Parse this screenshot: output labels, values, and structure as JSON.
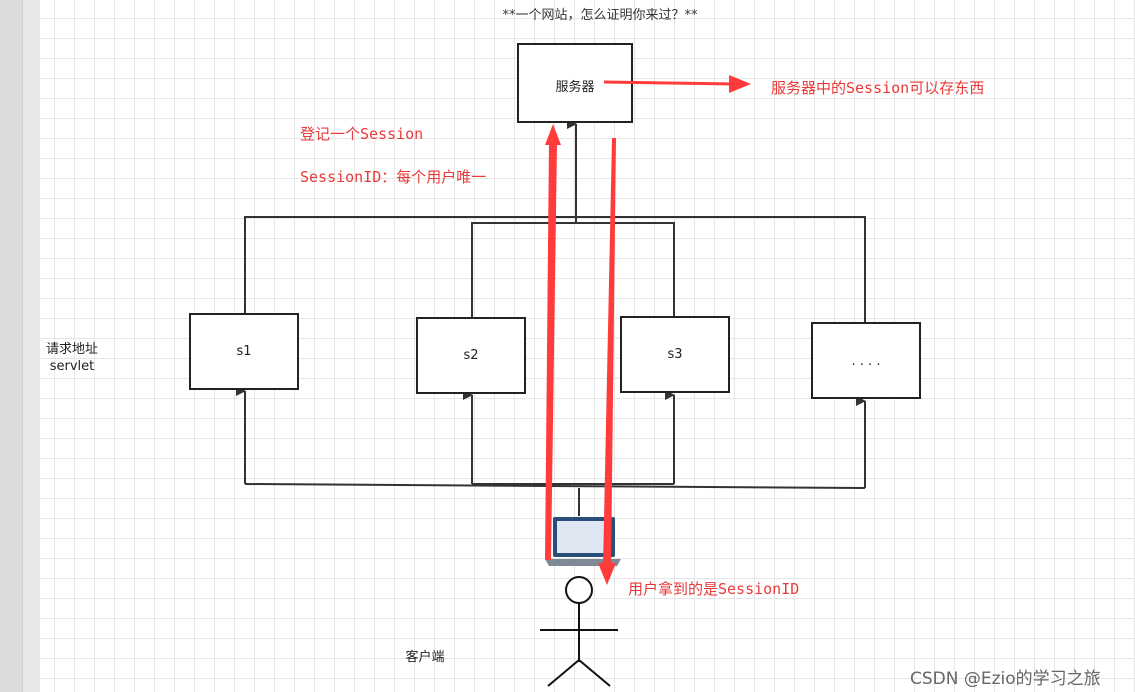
{
  "title": "**一个网站，怎么证明你来过？**",
  "nodes": {
    "server": "服务器",
    "s1": "s1",
    "s2": "s2",
    "s3": "s3",
    "more": ". . . .",
    "client": "客户端"
  },
  "side_label": {
    "line1": "请求地址",
    "line2": "servlet"
  },
  "notes": {
    "server_store": "服务器中的Session可以存东西",
    "register_session": "登记一个Session",
    "session_id_unique": "SessionID：每个用户唯一",
    "user_gets_id": "用户拿到的是SessionID"
  },
  "watermark": "CSDN @Ezio的学习之旅",
  "colors": {
    "line": "#333333",
    "accent_red": "#ff3b3b",
    "note_red": "#e83a3a",
    "laptop_blue": "#2a4e79"
  }
}
